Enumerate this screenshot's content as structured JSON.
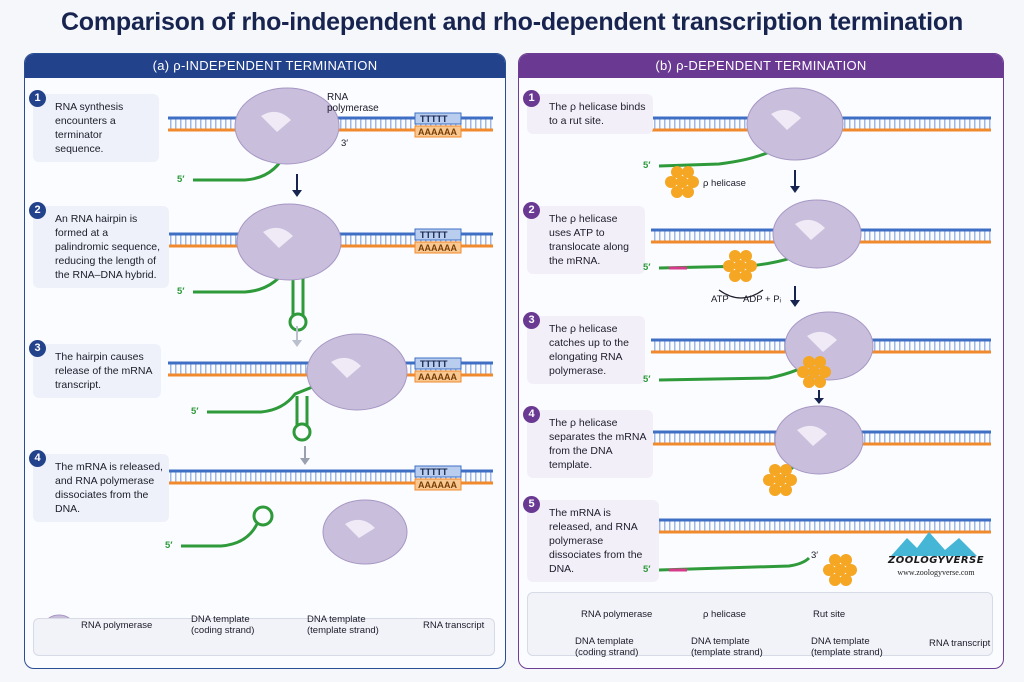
{
  "title": "Comparison of rho-independent  and rho-dependent transcription termination",
  "panel_a": {
    "header": "(a) ρ-INDEPENDENT TERMINATION",
    "steps": [
      {
        "num": "1",
        "text": "RNA synthesis encounters a terminator sequence."
      },
      {
        "num": "2",
        "text": "An RNA hairpin is formed at a palindromic sequence, reducing the length of the RNA–DNA hybrid."
      },
      {
        "num": "3",
        "text": "The hairpin causes release of the mRNA transcript."
      },
      {
        "num": "4",
        "text": "The mRNA is released, and RNA polymerase dissociates from the DNA."
      }
    ],
    "polymerase_label": "RNA polymerase",
    "terminator_top": "TTTTT",
    "terminator_bottom": "AAAAAA",
    "three_prime": "3′",
    "five_prime": "5′",
    "legend": {
      "rna_polymerase": "RNA polymerase",
      "dna_coding": "DNA template (coding strand)",
      "dna_template": "DNA template (template strand)",
      "rna_transcript": "RNA transcript"
    }
  },
  "panel_b": {
    "header": "(b) ρ-DEPENDENT TERMINATION",
    "steps": [
      {
        "num": "1",
        "text": "The ρ helicase binds to a rut site."
      },
      {
        "num": "2",
        "text": "The ρ helicase uses ATP to translocate along the mRNA."
      },
      {
        "num": "3",
        "text": "The ρ helicase catches up to the elongating RNA polymerase."
      },
      {
        "num": "4",
        "text": "The ρ helicase separates the mRNA from the DNA template."
      },
      {
        "num": "5",
        "text": "The mRNA is released, and RNA polymerase dissociates from the DNA."
      }
    ],
    "rho_label": "ρ helicase",
    "atp": "ATP",
    "adp": "ADP + Pᵢ",
    "three_prime": "3′",
    "five_prime": "5′",
    "legend": {
      "rna_polymerase": "RNA polymerase",
      "rho_helicase": "ρ helicase",
      "rut_site": "Rut site",
      "dna_coding": "DNA template (coding strand)",
      "dna_template_1": "DNA template (template strand)",
      "dna_template_2": "DNA template (template strand)",
      "rna_transcript": "RNA transcript"
    }
  },
  "watermark": {
    "logo": "ZOOLOGYVERSE",
    "url": "www.zoologyverse.com"
  },
  "colors": {
    "coding_strand": "#3f6fc4",
    "template_strand": "#f08a2c",
    "rna": "#2e9a3a",
    "rut_site": "#d63a8a",
    "polymerase": "#c9bfdc",
    "rho": "#f5a623",
    "panel_a_accent": "#23428c",
    "panel_b_accent": "#6a3a93"
  }
}
